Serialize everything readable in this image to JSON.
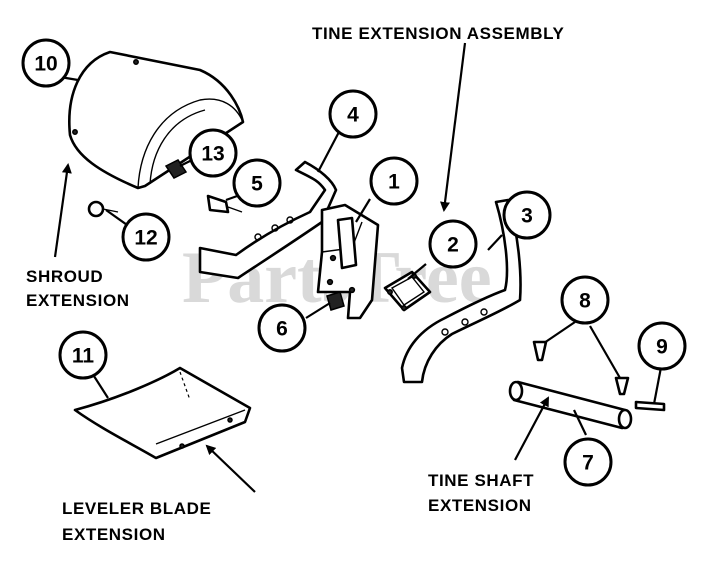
{
  "watermark": "PartsTree",
  "labels": {
    "tine_assembly": "TINE EXTENSION ASSEMBLY",
    "shroud_1": "SHROUD",
    "shroud_2": "EXTENSION",
    "leveler_1": "LEVELER BLADE",
    "leveler_2": "EXTENSION",
    "tine_shaft_1": "TINE SHAFT",
    "tine_shaft_2": "EXTENSION"
  },
  "callouts": {
    "p1": "1",
    "p2": "2",
    "p3": "3",
    "p4": "4",
    "p5": "5",
    "p6": "6",
    "p7": "7",
    "p8": "8",
    "p9": "9",
    "p10": "10",
    "p11": "11",
    "p12": "12",
    "p13": "13"
  }
}
